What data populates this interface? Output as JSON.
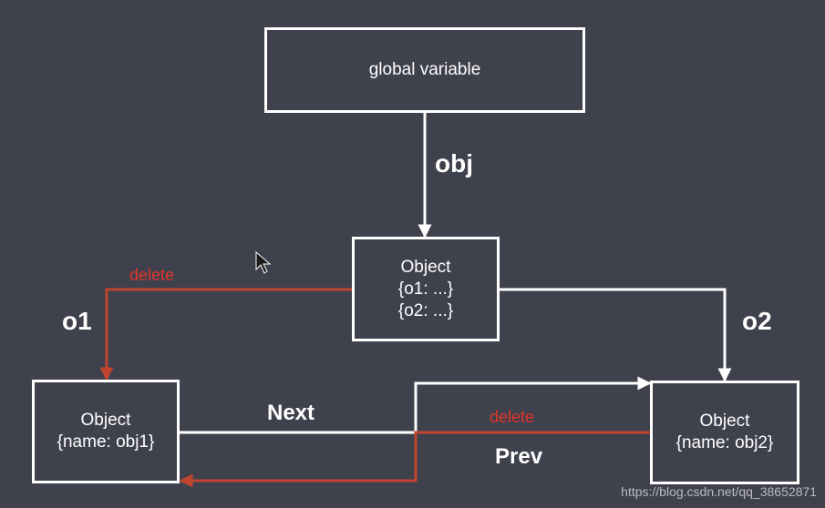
{
  "nodes": {
    "global": {
      "label": "global variable"
    },
    "root": {
      "title": "Object",
      "line1": "{o1:  ...}",
      "line2": "{o2:  ...}"
    },
    "obj1": {
      "title": "Object",
      "line1": "{name: obj1}"
    },
    "obj2": {
      "title": "Object",
      "line1": "{name: obj2}"
    }
  },
  "edges": {
    "obj": "obj",
    "o1": "o1",
    "o2": "o2",
    "next": "Next",
    "prev": "Prev",
    "delete_o1": "delete",
    "delete_prev": "delete"
  },
  "colors": {
    "background": "#3f414d",
    "line": "#ffffff",
    "deleted": "#c0452e",
    "delete_text": "#e0352a"
  },
  "watermark": "https://blog.csdn.net/qq_38652871"
}
